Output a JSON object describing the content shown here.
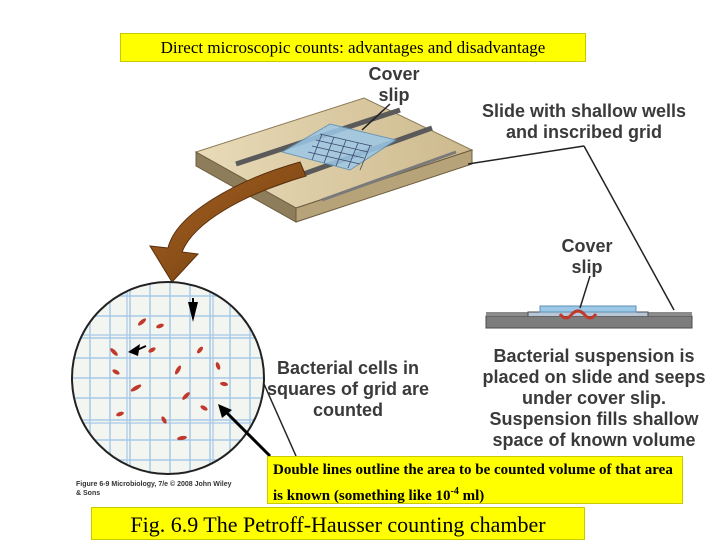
{
  "title": "Direct microscopic counts: advantages and disadvantage",
  "labels": {
    "cover_slip_top": "Cover slip",
    "slide_wells": "Slide with shallow wells and inscribed grid",
    "cover_slip_right": "Cover slip",
    "bacterial_cells": "Bacterial cells in squares of grid are counted",
    "suspension": "Bacterial suspension is placed on slide and seeps under cover slip. Suspension fills shallow space of known volume"
  },
  "credit": "Figure 6-9 Microbiology, 7/e © 2008 John Wiley & Sons",
  "note": "Double lines outline the area to be counted volume of that area is known (something like 10-4 ml)",
  "note_parts": {
    "before": "Double lines outline the area to be counted volume of that area is known (something like 10",
    "exponent": "-4",
    "after": " ml)"
  },
  "caption": "Fig. 6.9 The Petroff-Hausser counting chamber",
  "colors": {
    "highlight": "#ffff00",
    "slide": "#d9c8a0",
    "cover_slip": "#9cc8e8",
    "grid": "#a8c8e8",
    "bacteria": "#c0392b",
    "arrow": "#8a4a16"
  },
  "icons": [
    "curved-arrow-icon",
    "pointer-arrow-icon"
  ]
}
